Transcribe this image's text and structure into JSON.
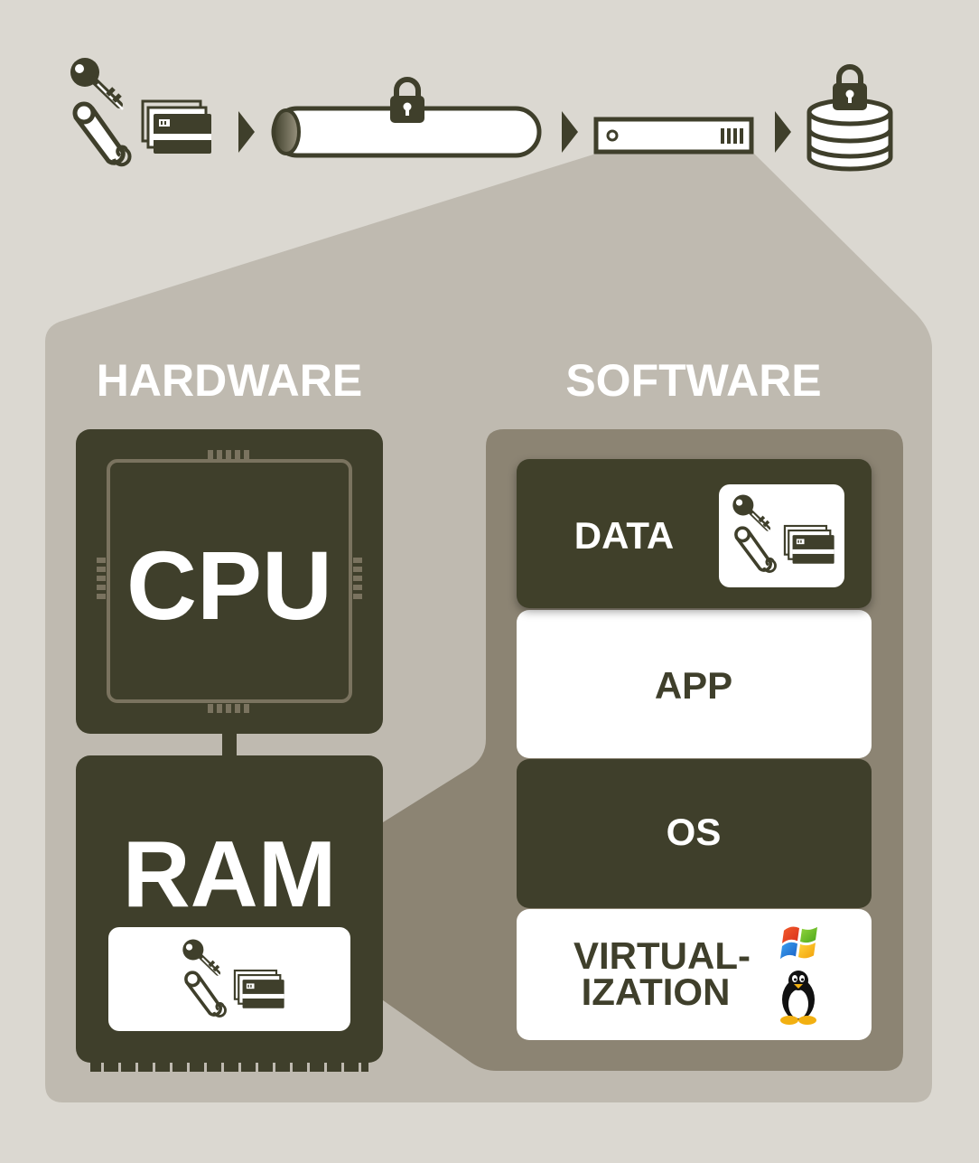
{
  "colors": {
    "background": "#dbd8d1",
    "panel": "#bfbab0",
    "software_panel": "#8c8473",
    "dark": "#3f3f2b",
    "white": "#ffffff",
    "chip_outline": "#7a735f"
  },
  "pipeline": {
    "icons": [
      "key-icon",
      "scroll-icon",
      "card-stack-icon",
      "arrow-icon",
      "pipe-icon",
      "lock-icon",
      "server-icon",
      "database-icon"
    ]
  },
  "hardware": {
    "heading": "HARDWARE",
    "cpu_label": "CPU",
    "ram_label": "RAM"
  },
  "software": {
    "heading": "SOFTWARE",
    "layers": {
      "data": "DATA",
      "app": "APP",
      "os": "OS",
      "virt_line1": "VIRTUAL-",
      "virt_line2": "IZATION"
    },
    "os_icons": [
      "windows-icon",
      "linux-tux-icon"
    ]
  }
}
